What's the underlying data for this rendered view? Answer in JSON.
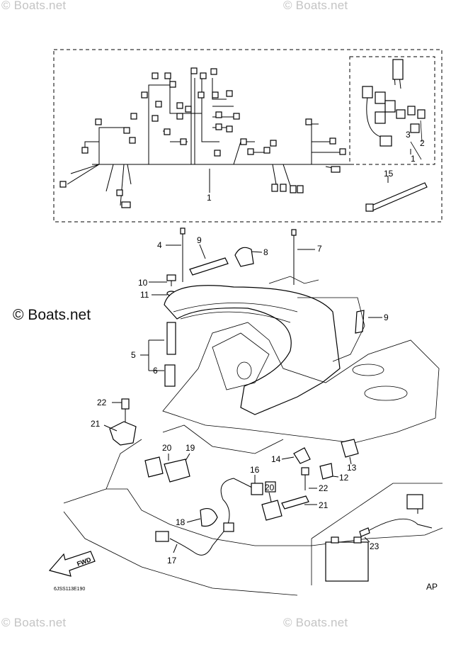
{
  "watermark": {
    "top_left": "© Boats.net",
    "top_right": "© Boats.net",
    "middle": "© Boats.net",
    "bottom_left": "© Boats.net",
    "bottom_right": "© Boats.net"
  },
  "callouts": {
    "c1_harness": "1",
    "c1_inset": "1",
    "c2": "2",
    "c3": "3",
    "c4": "4",
    "c5": "5",
    "c6": "6",
    "c7": "7",
    "c8": "8",
    "c9_left": "9",
    "c9_right": "9",
    "c10": "10",
    "c11": "11",
    "c12": "12",
    "c13": "13",
    "c14": "14",
    "c15": "15",
    "c16": "16",
    "c17": "17",
    "c18": "18",
    "c19": "19",
    "c20_left": "20",
    "c20_right": "20",
    "c21_left": "21",
    "c21_right": "21",
    "c22_left": "22",
    "c22_right": "22",
    "c23": "23"
  },
  "fwd_label": "FWD",
  "diagram_code": "6JSS113E190",
  "ap_label": "AP"
}
